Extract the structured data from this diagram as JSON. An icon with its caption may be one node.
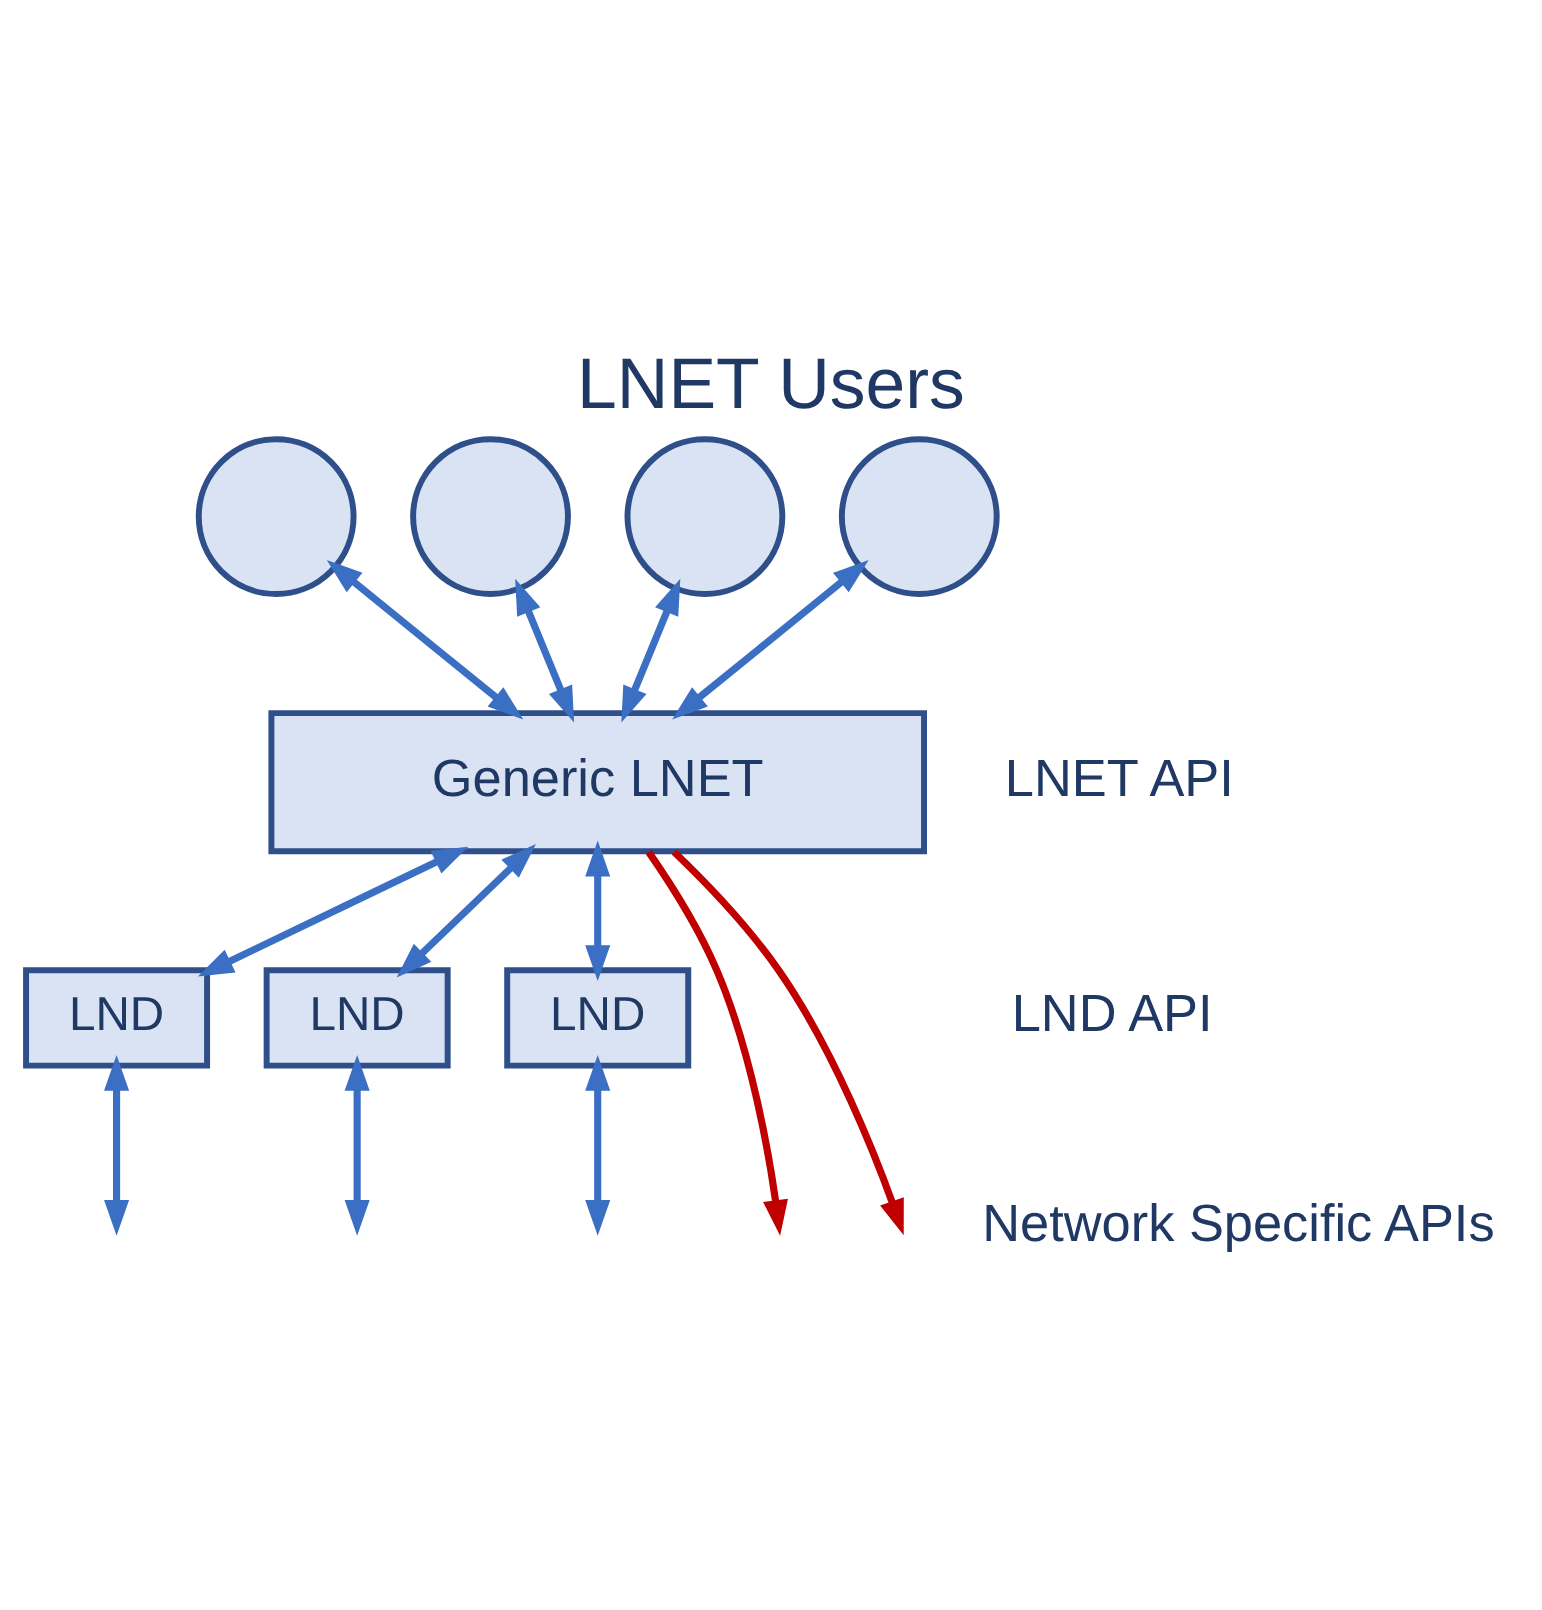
{
  "diagram": {
    "title": "LNET Users",
    "nodes": [
      {
        "text": [],
        "shape": "circle"
      },
      {
        "text": [],
        "shape": "circle"
      },
      {
        "text": [],
        "shape": "circle"
      },
      {
        "text": [],
        "shape": "circle"
      },
      {
        "text": [
          "Generic LNET"
        ]
      },
      {
        "text": [
          "LND"
        ]
      },
      {
        "text": [
          "LND"
        ]
      },
      {
        "text": [
          "LND"
        ]
      }
    ],
    "edges": [
      {
        "from": 0,
        "to": 4,
        "arrow": "both"
      },
      {
        "from": 1,
        "to": 4,
        "arrow": "both"
      },
      {
        "from": 2,
        "to": 4,
        "arrow": "both"
      },
      {
        "from": 3,
        "to": 4,
        "arrow": "both"
      },
      {
        "from": 4,
        "to": 5,
        "arrow": "both"
      },
      {
        "from": 4,
        "to": 6,
        "arrow": "both"
      },
      {
        "from": 4,
        "to": 7,
        "arrow": "both"
      },
      {
        "from": 5,
        "to": null,
        "arrow": "both"
      },
      {
        "from": 6,
        "to": null,
        "arrow": "both"
      },
      {
        "from": 7,
        "to": null,
        "arrow": "both"
      },
      {
        "from": 4,
        "to": null,
        "arrow": "to",
        "color": "#c00000"
      },
      {
        "from": 4,
        "to": null,
        "arrow": "to",
        "color": "#c00000"
      }
    ],
    "labels": [
      "LNET API",
      "LND API",
      "Network Specific APIs"
    ]
  }
}
